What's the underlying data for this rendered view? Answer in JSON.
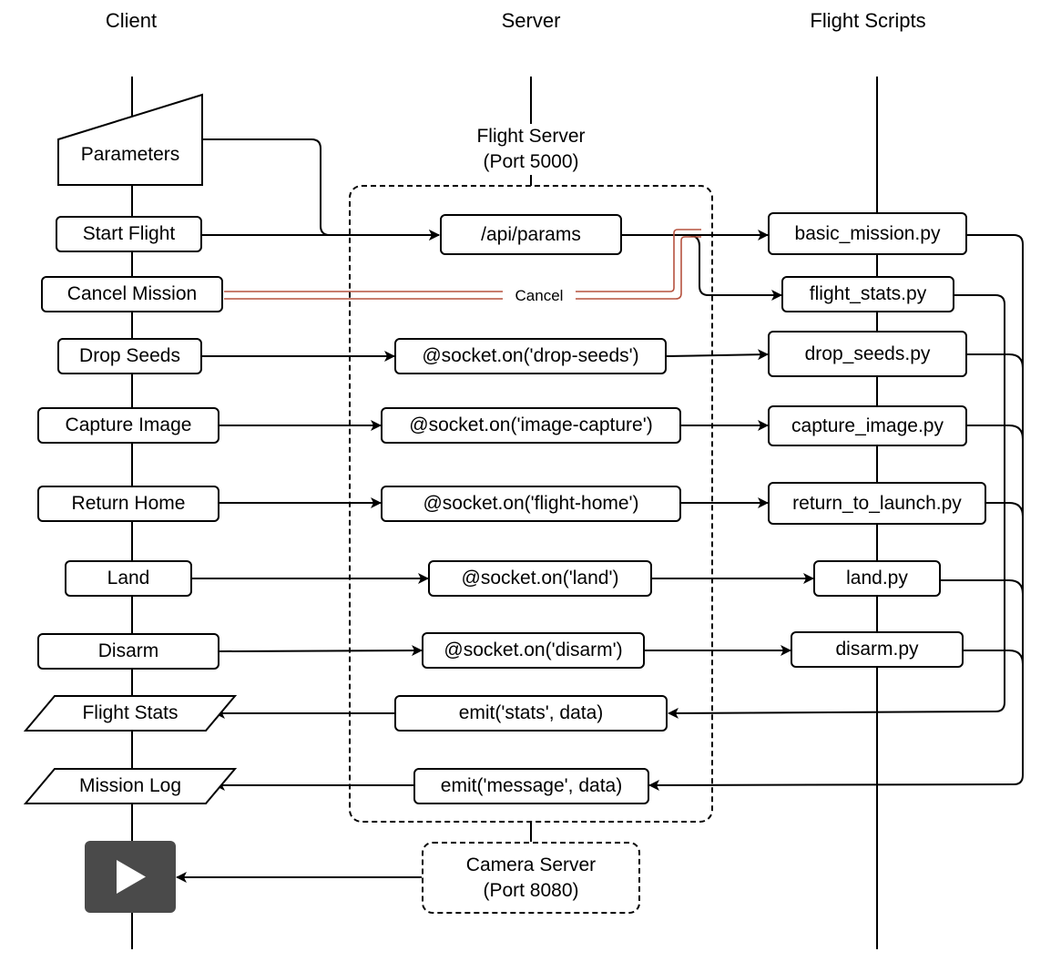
{
  "columns": {
    "client": "Client",
    "server": "Server",
    "scripts": "Flight Scripts"
  },
  "flight_server": {
    "name": "Flight Server",
    "port": "(Port 5000)"
  },
  "camera_server": {
    "name": "Camera Server",
    "port": "(Port 8080)"
  },
  "client_items": {
    "parameters": "Parameters",
    "start_flight": "Start Flight",
    "cancel_mission": "Cancel Mission",
    "drop_seeds": "Drop Seeds",
    "capture_image": "Capture Image",
    "return_home": "Return Home",
    "land": "Land",
    "disarm": "Disarm",
    "flight_stats": "Flight Stats",
    "mission_log": "Mission Log"
  },
  "server_items": {
    "api_params": "/api/params",
    "drop_seeds": "@socket.on('drop-seeds')",
    "image_capture": "@socket.on('image-capture')",
    "flight_home": "@socket.on('flight-home')",
    "land": "@socket.on('land')",
    "disarm": "@socket.on('disarm')",
    "emit_stats": "emit('stats', data)",
    "emit_message": "emit('message', data)"
  },
  "script_items": {
    "basic_mission": "basic_mission.py",
    "flight_stats": "flight_stats.py",
    "drop_seeds": "drop_seeds.py",
    "capture_image": "capture_image.py",
    "return_to_launch": "return_to_launch.py",
    "land": "land.py",
    "disarm": "disarm.py"
  },
  "cancel_label": "Cancel",
  "colors": {
    "line": "#000000",
    "cancel": "#b5523f",
    "video": "#4a4a4a"
  },
  "icons": {
    "video": "play-icon"
  }
}
